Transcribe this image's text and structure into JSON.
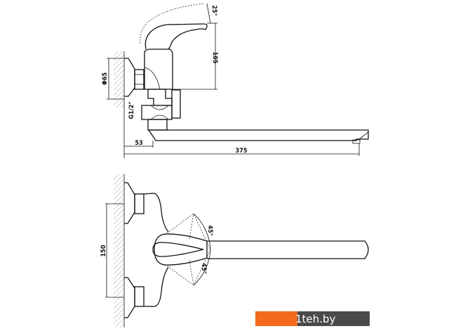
{
  "side_view": {
    "dimensions": {
      "handle_angle": "25°",
      "height": "105",
      "flange_diameter": "Φ65",
      "thread": "G1/2\"",
      "wall_offset": "53",
      "spout_length": "375"
    }
  },
  "top_view": {
    "dimensions": {
      "center_distance": "150",
      "angle_upper": "45°",
      "angle_lower": "45°"
    }
  },
  "watermark": {
    "text": "1teh.by",
    "accent_color": "#f26a1b",
    "dark_color": "#4a4a4a"
  }
}
